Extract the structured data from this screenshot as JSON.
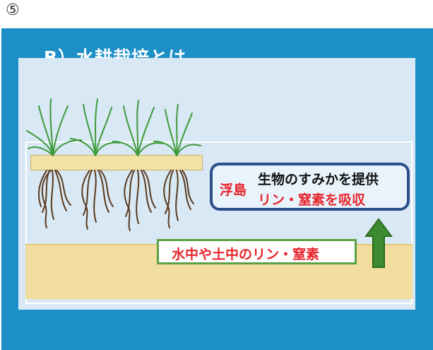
{
  "page_number": "⑤",
  "title": "B）水耕栽培とは",
  "callout": {
    "name": "浮島",
    "line1": "生物のすみかを提供",
    "line2": "リン・窒素を吸収"
  },
  "nutrient_label": "水中や土中のリン・窒素",
  "colors": {
    "slide_background": "#1d8fc7",
    "diagram_background": "#d8e8f4",
    "soil": "#f1dd9e",
    "float_island": "#f3e2a6",
    "roots": "#5a3a1e",
    "leaves": "#3f9a3a",
    "highlight_text": "#e8262d",
    "callout_border": "#2c4f8a",
    "nutrient_box_border": "#5aa046",
    "arrow": "#3c8d2f"
  },
  "icons": {
    "plants": "plant-icon",
    "upward_arrow": "arrow-up-icon"
  }
}
